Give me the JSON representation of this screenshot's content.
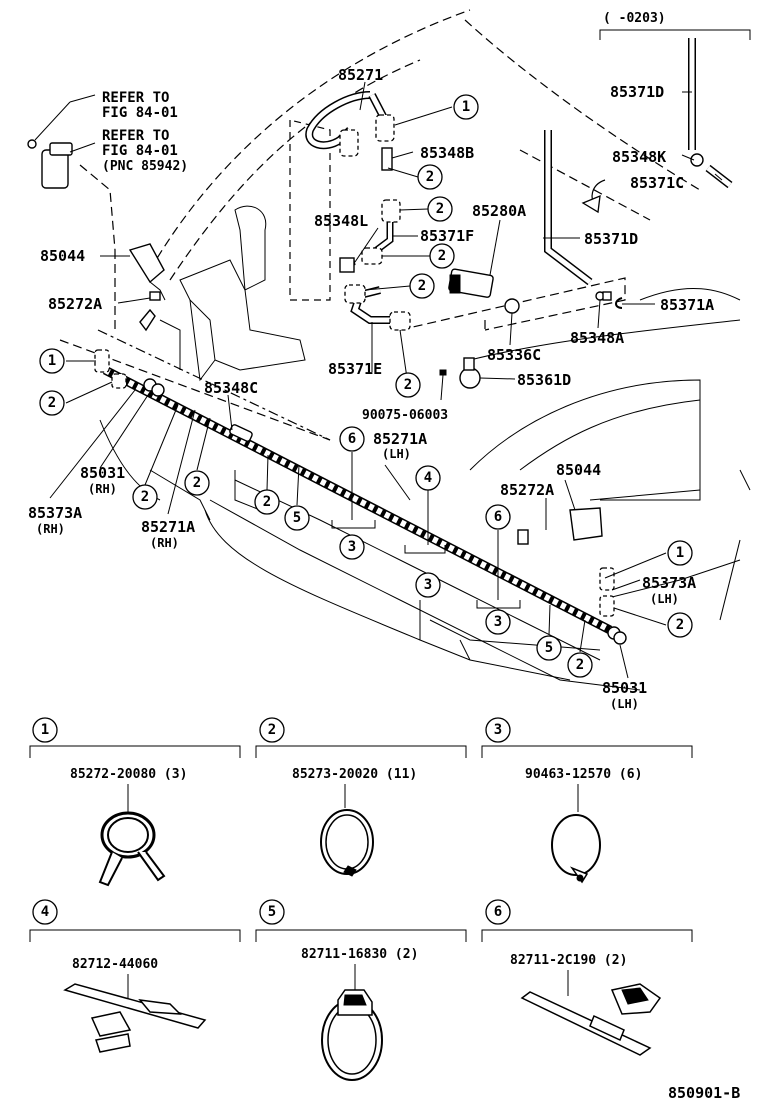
{
  "diagram": {
    "figure_code": "850901-B",
    "date_range": "(     -0203)",
    "refer_notes": [
      {
        "line1": "REFER TO",
        "line2": "FIG 84-01"
      },
      {
        "line1": "REFER TO",
        "line2": "FIG 84-01",
        "line3": "(PNC 85942)"
      }
    ],
    "parts": {
      "p85271": "85271",
      "p85348B": "85348B",
      "p85371D_top": "85371D",
      "p85348K": "85348K",
      "p85371C": "85371C",
      "p85280A": "85280A",
      "p85348L": "85348L",
      "p85371F": "85371F",
      "p85371D_mid": "85371D",
      "p85044_left": "85044",
      "p85272A_left": "85272A",
      "p85371A": "85371A",
      "p85348A": "85348A",
      "p85336C": "85336C",
      "p85371E": "85371E",
      "p85361D": "85361D",
      "p85348C": "85348C",
      "p90075": "90075-06003",
      "p85271A_lh": "85271A",
      "p85271A_lh_sub": "(LH)",
      "p85031_rh": "85031",
      "p85031_rh_sub": "(RH)",
      "p85373A_rh": "85373A",
      "p85373A_rh_sub": "(RH)",
      "p85271A_rh": "85271A",
      "p85271A_rh_sub": "(RH)",
      "p85044_right": "85044",
      "p85272A_right": "85272A",
      "p85373A_lh": "85373A",
      "p85373A_lh_sub": "(LH)",
      "p85031_lh": "85031",
      "p85031_lh_sub": "(LH)"
    },
    "callouts": [
      "1",
      "2",
      "3",
      "4",
      "5",
      "6"
    ],
    "legend": [
      {
        "key": "1",
        "part_no": "85272-20080 (3)"
      },
      {
        "key": "2",
        "part_no": "85273-20020 (11)"
      },
      {
        "key": "3",
        "part_no": "90463-12570 (6)"
      },
      {
        "key": "4",
        "part_no": "82712-44060"
      },
      {
        "key": "5",
        "part_no": "82711-16830 (2)"
      },
      {
        "key": "6",
        "part_no": "82711-2C190 (2)"
      }
    ]
  }
}
